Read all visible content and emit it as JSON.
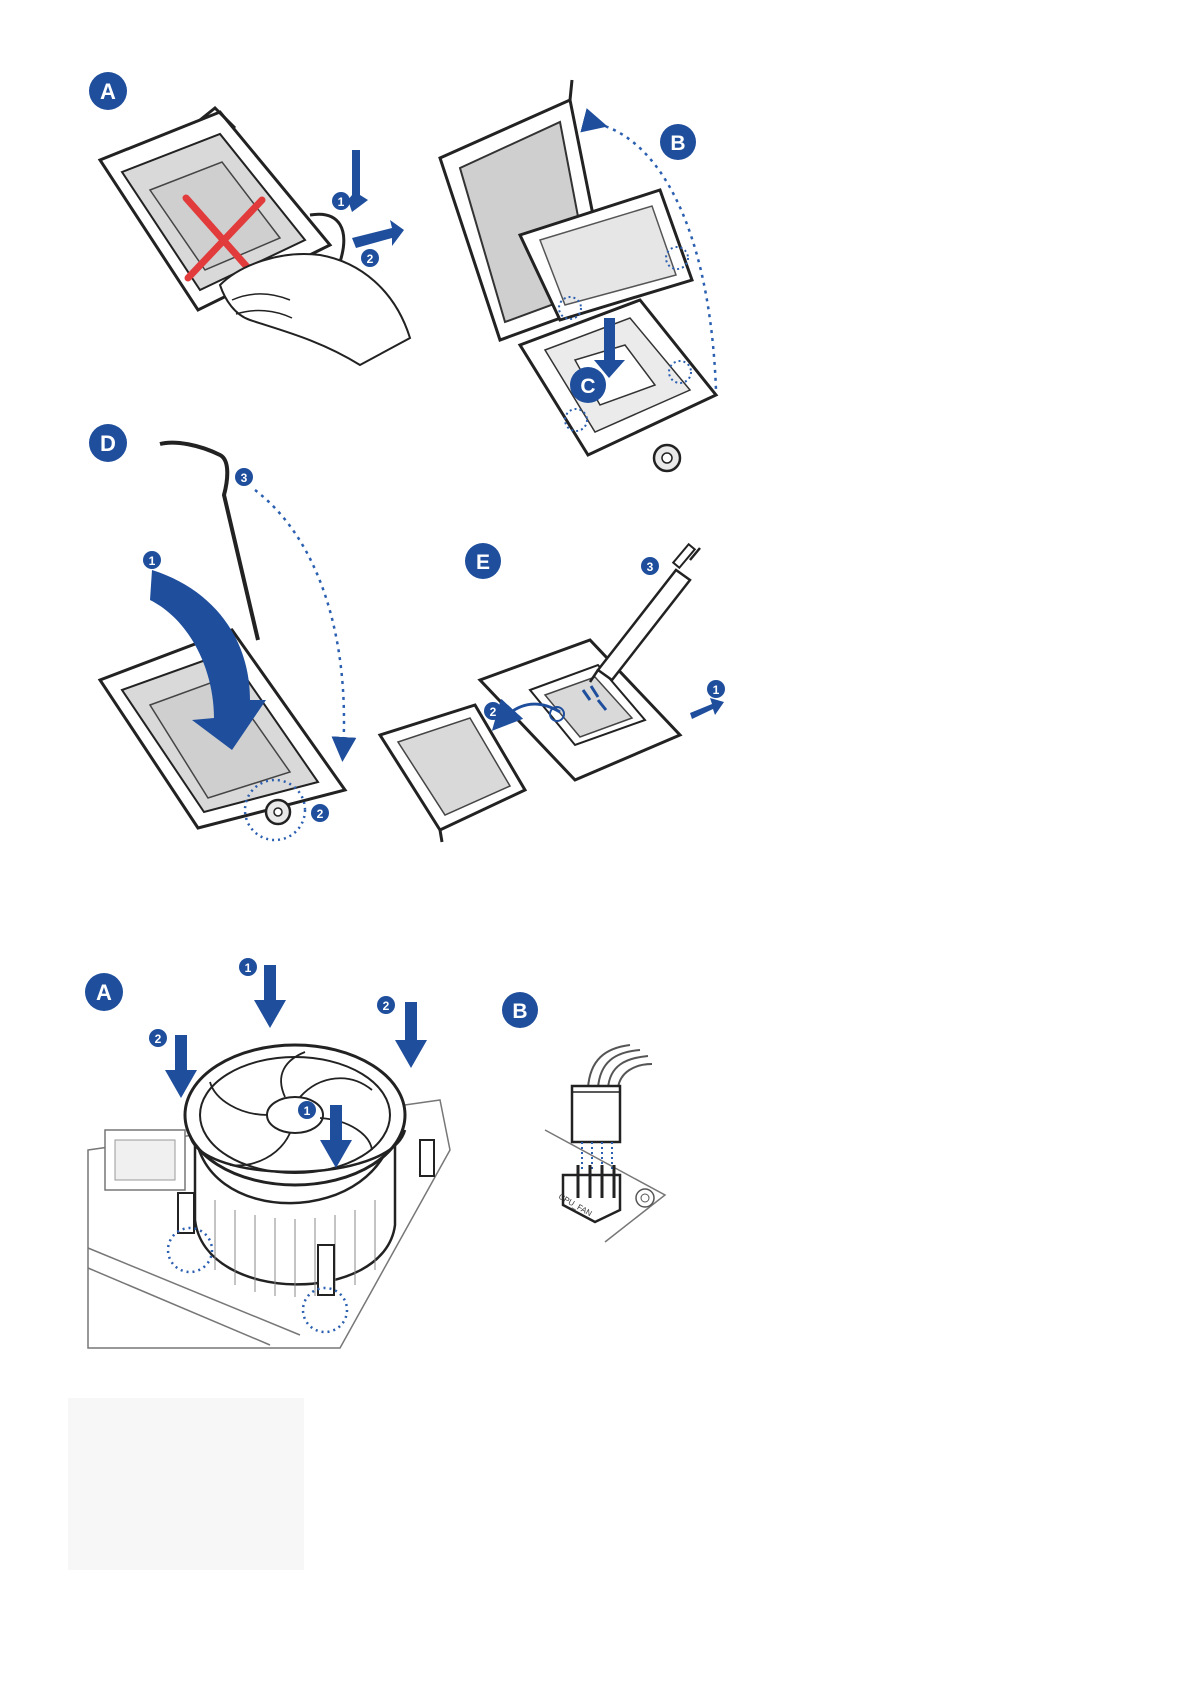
{
  "colors": {
    "brand_blue": "#1f4e9c",
    "line": "#222222",
    "socket_fill": "#d9d9d9",
    "cross_red": "#e23b3b",
    "dotted_blue": "#2b5fb0"
  },
  "cpu_install": {
    "badge_a": "A",
    "badge_b": "B",
    "badge_c": "C",
    "badge_d": "D",
    "badge_e": "E",
    "step_a1": "1",
    "step_a2": "2",
    "step_d1": "1",
    "step_d2": "2",
    "step_d3": "3",
    "step_e1": "1",
    "step_e2": "2",
    "step_e3": "3"
  },
  "cooler_install": {
    "badge_a": "A",
    "badge_b": "B",
    "step_1a": "1",
    "step_1b": "1",
    "step_2a": "2",
    "step_2b": "2",
    "header_label": "CPU_FAN"
  },
  "icons": [
    "cpu-socket-icon",
    "hand-icon",
    "thermal-paste-syringe-icon",
    "cpu-fan-icon",
    "fan-header-icon"
  ]
}
